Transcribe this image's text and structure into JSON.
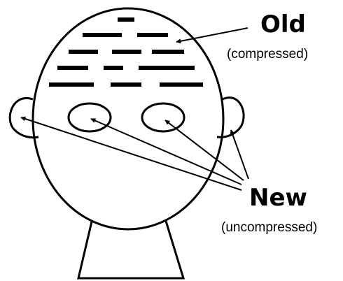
{
  "labels": {
    "old": "Old",
    "old_note": "(compressed)",
    "new": "New",
    "new_note": "(uncompressed)"
  },
  "colors": {
    "ink": "#000000",
    "background": "#ffffff"
  }
}
